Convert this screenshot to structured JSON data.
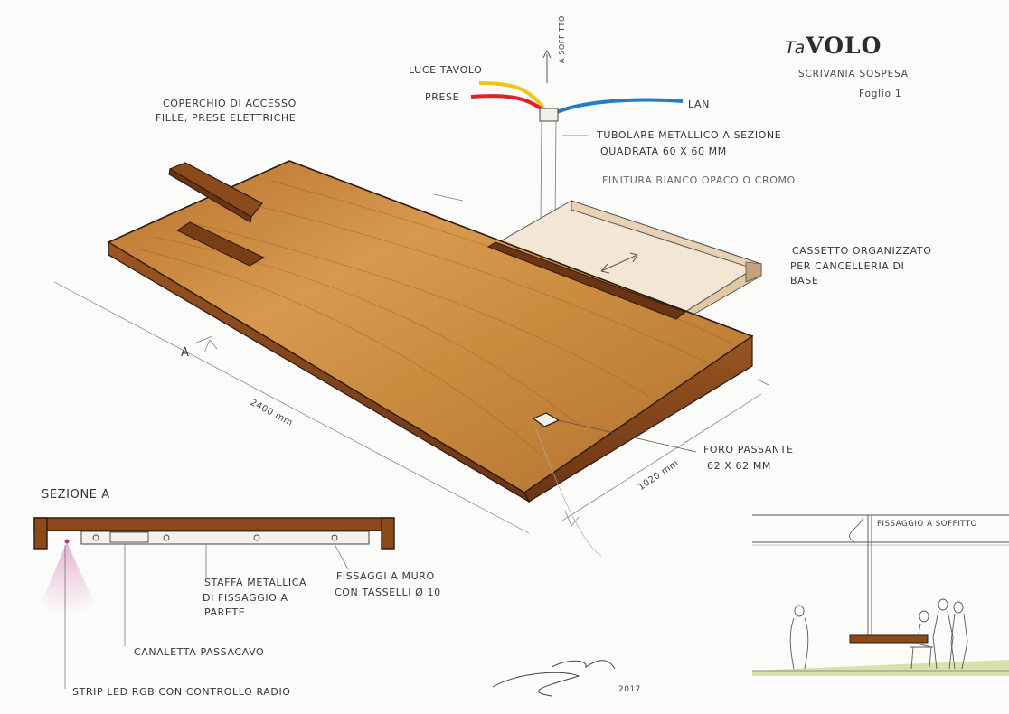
{
  "title": {
    "brand_prefix": "Ta",
    "brand_name": "VOLO",
    "subtitle": "SCRIVANIA SOSPESA",
    "sheet": "Foglio 1"
  },
  "cables": {
    "luce_tavolo": "LUCE TAVOLO",
    "prese": "PRESE",
    "lan": "LAN",
    "soffitto": "A SOFFITTO"
  },
  "labels": {
    "coperchio_line1": "COPERCHIO DI ACCESSO",
    "coperchio_line2": "FILLE, PRESE ELETTRICHE",
    "tubolare_line1": "TUBOLARE METALLICO A SEZIONE",
    "tubolare_line2": "QUADRATA 60 x 60 mm",
    "tubolare_line3": "FINITURA BIANCO OPACO O CROMO",
    "cassetto_line1": "CASSETTO ORGANIZZATO",
    "cassetto_line2": "PER CANCELLERIA DI",
    "cassetto_line3": "BASE",
    "foro_line1": "FORO PASSANTE",
    "foro_line2": "62 x 62 mm",
    "section_letter_a": "A",
    "length_dim": "2400 mm",
    "depth_dim": "1020 mm"
  },
  "section": {
    "title": "SEZIONE A",
    "staffa_line1": "STAFFA METALLICA",
    "staffa_line2": "DI FISSAGGIO A",
    "staffa_line3": "PARETE",
    "fissaggi_line1": "FISSAGGI A MURO",
    "fissaggi_line2": "CON TASSELLI Ø 10",
    "canaletta": "CANALETTA PASSACAVO",
    "strip": "STRIP LED RGB CON CONTROLLO RADIO"
  },
  "view": {
    "fissaggio": "FISSAGGIO A SOFFITTO"
  },
  "signature": {
    "year": "2017"
  },
  "colors": {
    "wood_top": "#c98a3e",
    "wood_light": "#dda562",
    "wood_side": "#8a4a1c",
    "wood_dark": "#6b3413",
    "cable_yellow": "#f2c419",
    "cable_red": "#e0202a",
    "cable_blue": "#1f7fc9",
    "led_pink": "#d98ab8",
    "floor_green": "#b9cc6c"
  }
}
